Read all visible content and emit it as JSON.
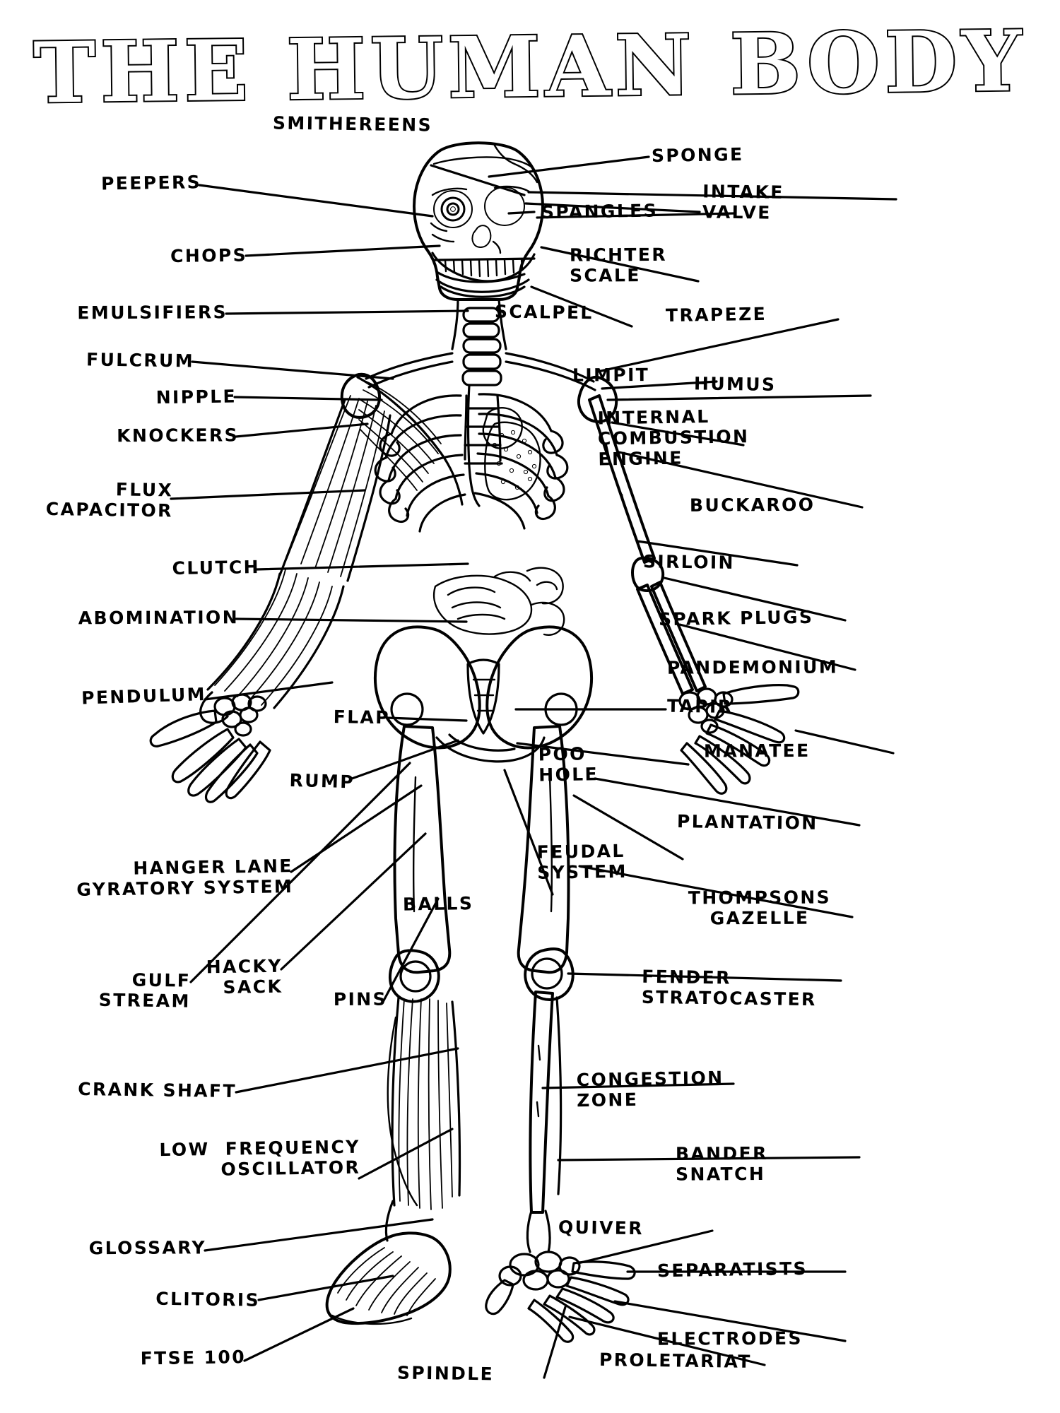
{
  "poster": {
    "title": "THE HUMAN BODY",
    "background_color": "#ffffff",
    "ink_color": "#000000",
    "style": "hand-drawn black ink line art of a human skeleton with joke anatomy labels"
  },
  "labels": {
    "left": [
      {
        "id": "peepers",
        "text": "PEEPERS"
      },
      {
        "id": "smithereens",
        "text": "SMITHEREENS"
      },
      {
        "id": "chops",
        "text": "CHOPS"
      },
      {
        "id": "emulsifiers",
        "text": "EMULSIFIERS"
      },
      {
        "id": "fulcrum",
        "text": "FULCRUM"
      },
      {
        "id": "nipple",
        "text": "NIPPLE"
      },
      {
        "id": "knockers",
        "text": "KNOCKERS"
      },
      {
        "id": "flux-capacitor",
        "text": "FLUX\nCAPACITOR"
      },
      {
        "id": "clutch",
        "text": "CLUTCH"
      },
      {
        "id": "abomination",
        "text": "ABOMINATION"
      },
      {
        "id": "pendulum",
        "text": "PENDULUM"
      },
      {
        "id": "flap",
        "text": "FLAP"
      },
      {
        "id": "rump",
        "text": "RUMP"
      },
      {
        "id": "hanger-lane",
        "text": "HANGER LANE\nGYRATORY SYSTEM"
      },
      {
        "id": "gulf-stream",
        "text": "GULF\nSTREAM"
      },
      {
        "id": "hacky-sack",
        "text": "HACKY\nSACK"
      },
      {
        "id": "pins",
        "text": "PINS"
      },
      {
        "id": "crank-shaft",
        "text": "CRANK SHAFT"
      },
      {
        "id": "low-frequency",
        "text": "LOW  FREQUENCY\nOSCILLATOR"
      },
      {
        "id": "glossary",
        "text": "GLOSSARY"
      },
      {
        "id": "clitoris",
        "text": "CLITORIS"
      },
      {
        "id": "ftse-100",
        "text": "FTSE 100"
      }
    ],
    "right": [
      {
        "id": "sponge",
        "text": "SPONGE"
      },
      {
        "id": "intake-valve",
        "text": "INTAKE\nVALVE"
      },
      {
        "id": "spangles",
        "text": "SPANGLES"
      },
      {
        "id": "richter-scale",
        "text": "RICHTER\nSCALE"
      },
      {
        "id": "scalpel",
        "text": "SCALPEL"
      },
      {
        "id": "trapeze",
        "text": "TRAPEZE"
      },
      {
        "id": "limpit",
        "text": "LIMPIT"
      },
      {
        "id": "humus",
        "text": "HUMUS"
      },
      {
        "id": "internal-combustion",
        "text": "INTERNAL\nCOMBUSTION\nENGINE"
      },
      {
        "id": "buckaroo",
        "text": "BUCKAROO"
      },
      {
        "id": "sirloin",
        "text": "SIRLOIN"
      },
      {
        "id": "spark-plugs",
        "text": "SPARK PLUGS"
      },
      {
        "id": "pandemonium",
        "text": "PANDEMONIUM"
      },
      {
        "id": "tapir",
        "text": "TAPIR"
      },
      {
        "id": "poo-hole",
        "text": "POO\nHOLE"
      },
      {
        "id": "manatee",
        "text": "MANATEE"
      },
      {
        "id": "plantation",
        "text": "PLANTATION"
      },
      {
        "id": "feudal-system",
        "text": "FEUDAL\nSYSTEM"
      },
      {
        "id": "thompsons-gazelle",
        "text": "THOMPSONS\nGAZELLE"
      },
      {
        "id": "fender-stratocaster",
        "text": "FENDER\nSTRATOCASTER"
      },
      {
        "id": "congestion-zone",
        "text": "CONGESTION\nZONE"
      },
      {
        "id": "bander-snatch",
        "text": "BANDER\nSNATCH"
      },
      {
        "id": "quiver",
        "text": "QUIVER"
      },
      {
        "id": "separatists",
        "text": "SEPARATISTS"
      },
      {
        "id": "electrodes",
        "text": "ELECTRODES"
      },
      {
        "id": "proletariat",
        "text": "PROLETARIAT"
      }
    ],
    "center": [
      {
        "id": "balls",
        "text": "BALLS"
      },
      {
        "id": "spindle",
        "text": "SPINDLE"
      }
    ]
  }
}
